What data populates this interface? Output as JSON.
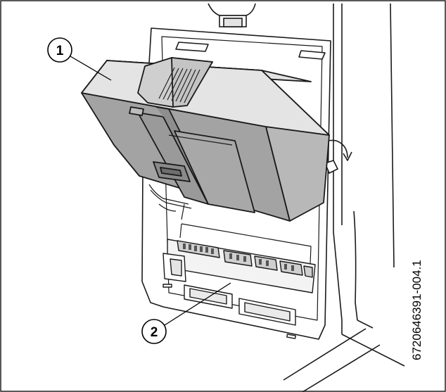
{
  "figure": {
    "callouts": [
      {
        "label": "1",
        "target": "module"
      },
      {
        "label": "2",
        "target": "base"
      }
    ],
    "image_code": "6720646391-004.1"
  },
  "colors": {
    "outline": "#1a1a1a",
    "module_top": "#e2e2e2",
    "module_front": "#9d9d9d",
    "module_side": "#b5b5b5",
    "cavity": "#f3f3f3",
    "background": "#ffffff"
  }
}
